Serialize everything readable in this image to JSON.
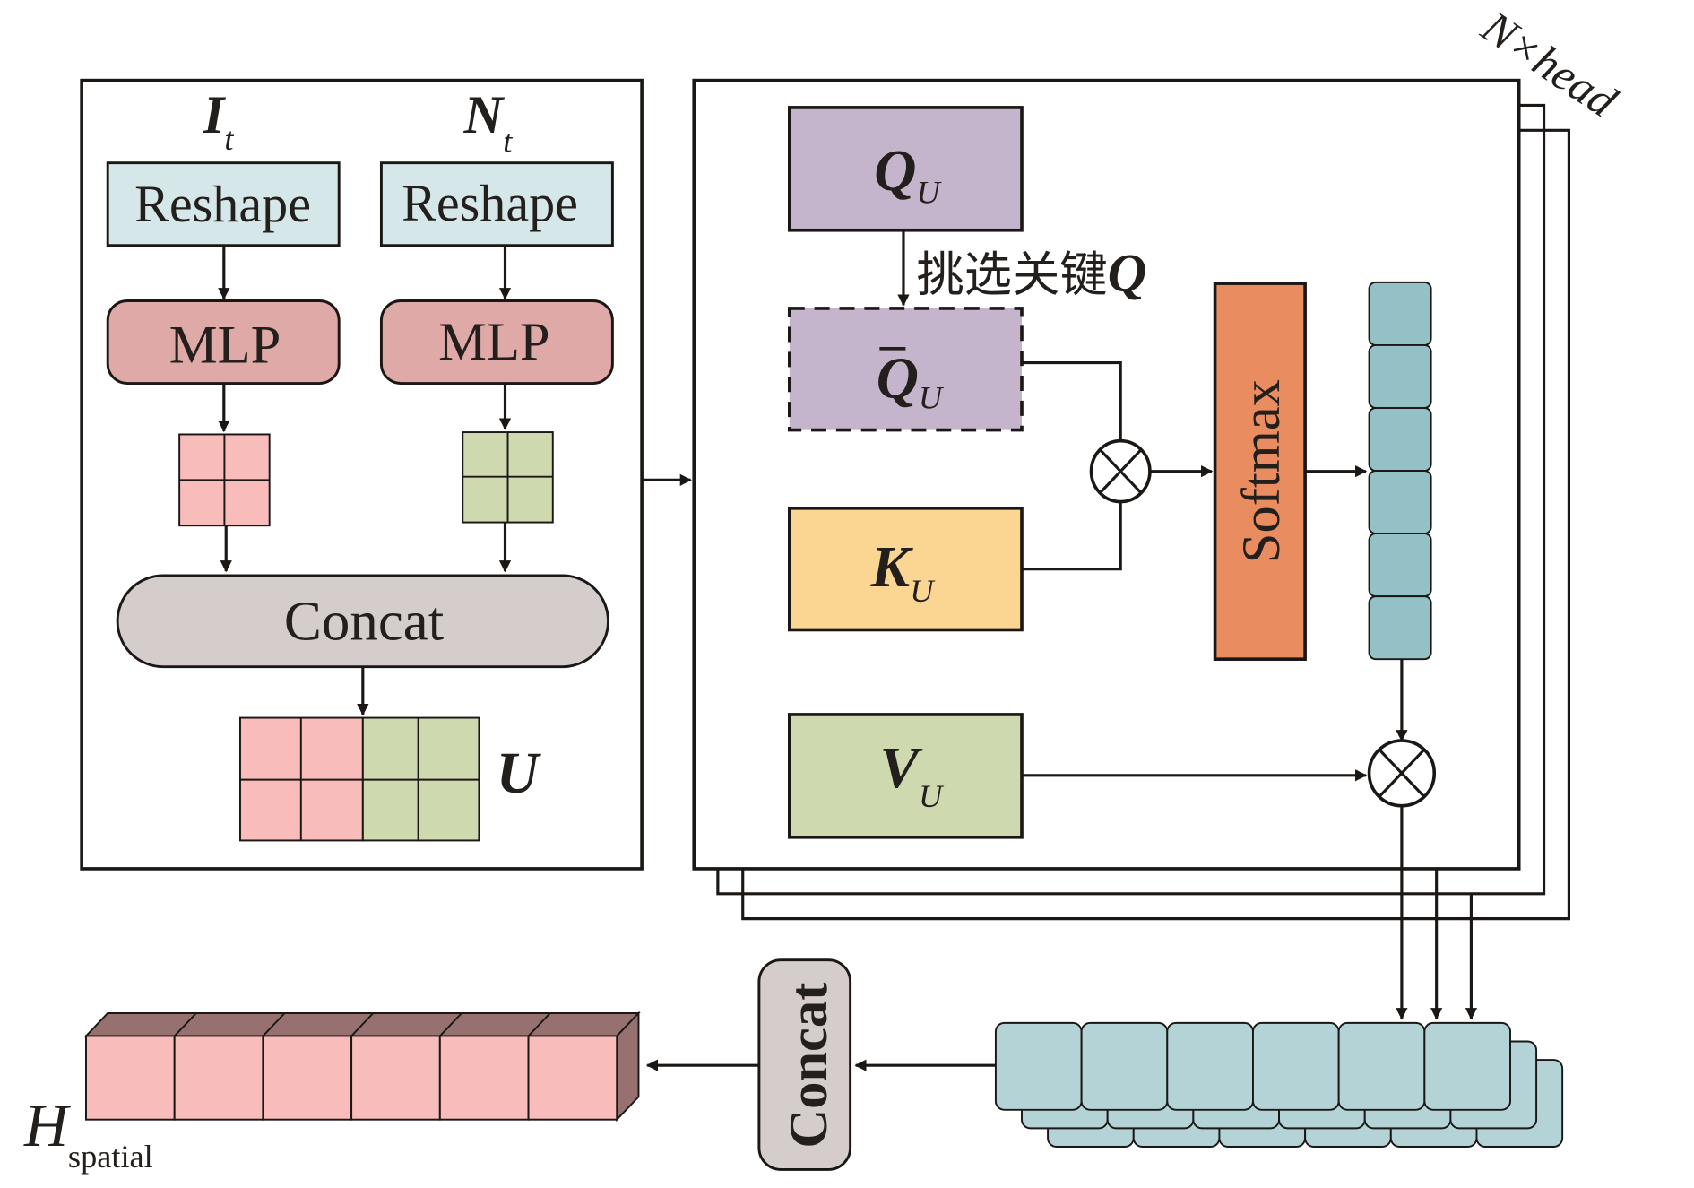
{
  "colors": {
    "reshape": "#d6e7e9",
    "mlp": "#dfa9a7",
    "pink_cell": "#f8bcbb",
    "green_cell": "#cfd9b0",
    "concat": "#d4cdcb",
    "query": "#c4b5cc",
    "key": "#fad692",
    "value": "#cfd9b0",
    "softmax": "#e98c60",
    "attention_vector": "#94c1c6",
    "output_vector": "#b4d3d7",
    "h_spatial_front": "#f8bcbb",
    "h_spatial_top": "#96716f"
  },
  "embedding_block": {
    "input_left": {
      "symbol": "I",
      "subscript": "t"
    },
    "input_right": {
      "symbol": "N",
      "subscript": "t"
    },
    "reshape_label": "Reshape",
    "mlp_label": "MLP",
    "concat_label": "Concat",
    "output": {
      "symbol": "U"
    }
  },
  "attention_block": {
    "repeat_label": "N×head",
    "query": {
      "symbol": "Q",
      "subscript": "U"
    },
    "select_label": "挑选关键",
    "select_symbol": "Q",
    "selected_query": {
      "symbol": "Q̄",
      "bar": true,
      "subscript": "U"
    },
    "key": {
      "symbol": "K",
      "subscript": "U"
    },
    "value": {
      "symbol": "V",
      "subscript": "U"
    },
    "softmax_label": "Softmax",
    "attention_vector_cells": 6
  },
  "output_block": {
    "concat_label": "Concat",
    "head_output_cells": 6,
    "head_output_layers": 3,
    "h_spatial_cells": 6,
    "result": {
      "symbol": "H",
      "subscript": "spatial"
    }
  }
}
